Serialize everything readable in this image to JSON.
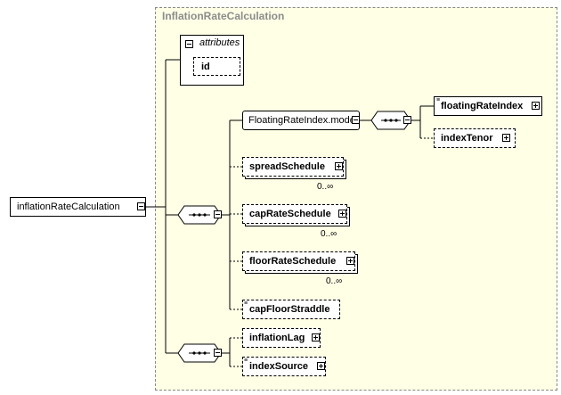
{
  "diagram": {
    "root": {
      "label": "inflationRateCalculation"
    },
    "type_title": "InflationRateCalculation",
    "attributes": {
      "label": "attributes",
      "items": [
        "id"
      ]
    },
    "group_model": {
      "label": "FloatingRateIndex.model"
    },
    "elements": {
      "floatingRateIndex": "floatingRateIndex",
      "indexTenor": "indexTenor",
      "spreadSchedule": "spreadSchedule",
      "capRateSchedule": "capRateSchedule",
      "floorRateSchedule": "floorRateSchedule",
      "capFloorStraddle": "capFloorStraddle",
      "inflationLag": "inflationLag",
      "indexSource": "indexSource"
    },
    "cardinalities": {
      "spreadSchedule": "0..∞",
      "capRateSchedule": "0..∞",
      "floorRateSchedule": "0..∞"
    }
  }
}
